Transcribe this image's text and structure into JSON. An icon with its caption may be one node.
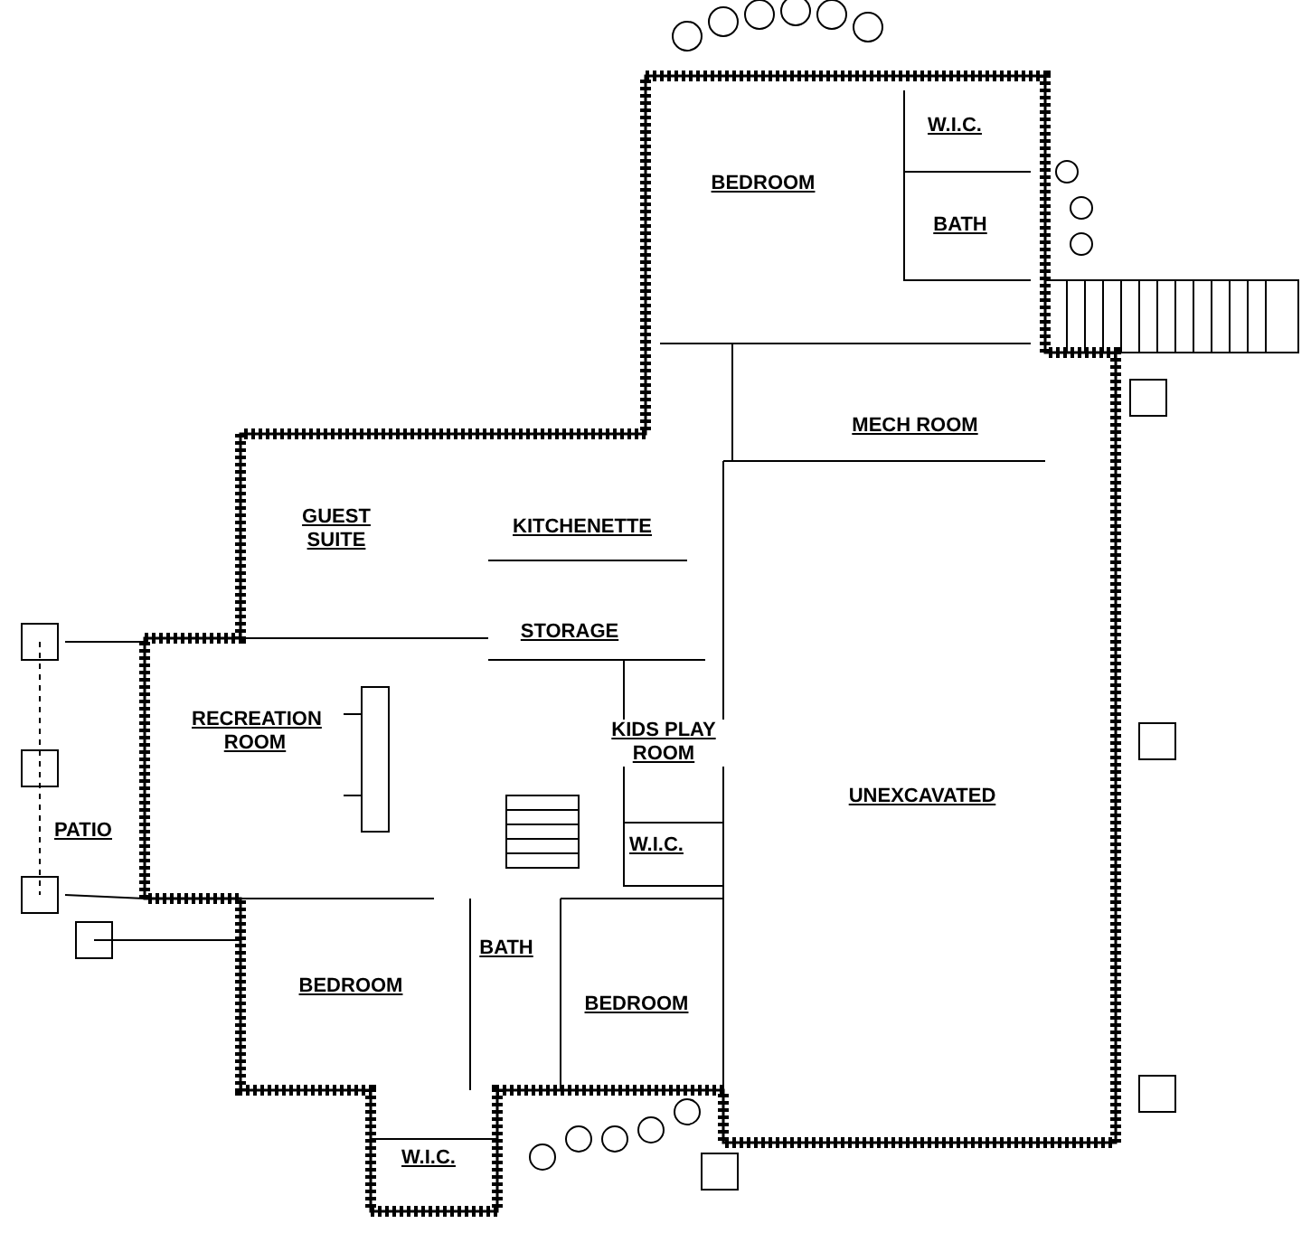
{
  "diagram": {
    "labels": [
      "BEDROOM",
      "W.I.C.",
      "BATH",
      "MECH ROOM",
      "GUEST SUITE",
      "KITCHENETTE",
      "STORAGE",
      "RECREATION ROOM",
      "KIDS PLAY ROOM",
      "UNEXCAVATED",
      "W.I.C.",
      "PATIO",
      "BATH",
      "BEDROOM",
      "BEDROOM",
      "W.I.C."
    ]
  }
}
